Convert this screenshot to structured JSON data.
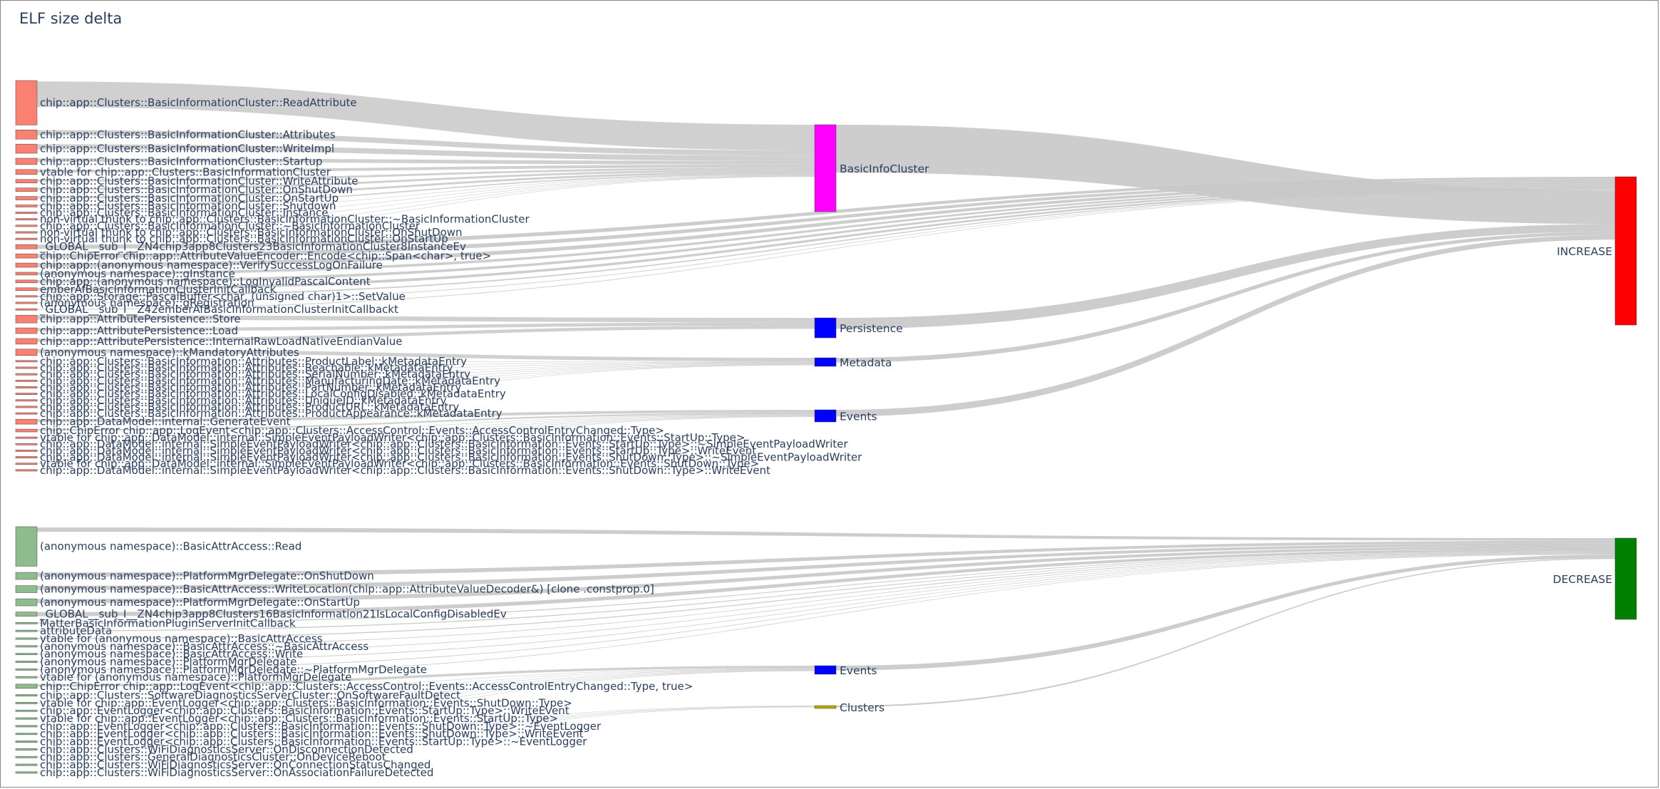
{
  "title": "ELF size delta",
  "colors": {
    "increase": "#ff0000",
    "decrease": "#008000",
    "increase_leaf": "#fa8072",
    "decrease_leaf": "#8fbc8f",
    "group_pink": "#ff00ff",
    "group_blue": "#0000ff",
    "group_olive": "#b8a800",
    "link": "#c8c8c8",
    "text": "#2a3f5f"
  },
  "roots": [
    {
      "id": "INCREASE",
      "label": "INCREASE"
    },
    {
      "id": "DECREASE",
      "label": "DECREASE"
    }
  ],
  "groups": [
    {
      "id": "g_basic",
      "label": "BasicInfoCluster",
      "root": "INCREASE",
      "size": 12.5,
      "color": "group_pink"
    },
    {
      "id": "g_persist",
      "label": "Persistence",
      "root": "INCREASE",
      "size": 2.7,
      "color": "group_blue"
    },
    {
      "id": "g_meta",
      "label": "Metadata",
      "root": "INCREASE",
      "size": 1.3,
      "color": "group_blue"
    },
    {
      "id": "g_events_inc",
      "label": "Events",
      "root": "INCREASE",
      "size": 1.7,
      "color": "group_blue"
    },
    {
      "id": "g_events_dec",
      "label": "Events",
      "root": "DECREASE",
      "size": 1.1,
      "color": "group_blue"
    },
    {
      "id": "g_clusters",
      "label": "Clusters",
      "root": "DECREASE",
      "size": 0.3,
      "color": "group_olive"
    }
  ],
  "leaves": [
    {
      "label": "chip::app::Clusters::BasicInformationCluster::ReadAttribute",
      "size": 6.3,
      "to": "g_basic"
    },
    {
      "label": "chip::app::Clusters::BasicInformationCluster::Attributes",
      "size": 1.3,
      "to": "g_basic"
    },
    {
      "label": "chip::app::Clusters::BasicInformationCluster::WriteImpl",
      "size": 1.3,
      "to": "g_basic"
    },
    {
      "label": "chip::app::Clusters::BasicInformationCluster::Startup",
      "size": 0.9,
      "to": "g_basic"
    },
    {
      "label": "vtable for chip::app::Clusters::BasicInformationCluster",
      "size": 0.7,
      "to": "g_basic"
    },
    {
      "label": "chip::app::Clusters::BasicInformationCluster::WriteAttribute",
      "size": 0.5,
      "to": "g_basic"
    },
    {
      "label": "chip::app::Clusters::BasicInformationCluster::OnShutDown",
      "size": 0.5,
      "to": "g_basic"
    },
    {
      "label": "chip::app::Clusters::BasicInformationCluster::OnStartUp",
      "size": 0.5,
      "to": "g_basic"
    },
    {
      "label": "chip::app::Clusters::BasicInformationCluster::Shutdown",
      "size": 0.3,
      "to": "g_basic"
    },
    {
      "label": "chip::app::Clusters::BasicInformationCluster::Instance",
      "size": 0.1,
      "to": "g_basic"
    },
    {
      "label": "non-virtual thunk to chip::app::Clusters::BasicInformationCluster::~BasicInformationCluster",
      "size": 0.1,
      "to": "g_basic"
    },
    {
      "label": "chip::app::Clusters::BasicInformationCluster::~BasicInformationCluster",
      "size": 0.1,
      "to": "g_basic"
    },
    {
      "label": "non-virtual thunk to chip::app::Clusters::BasicInformationCluster::OnShutDown",
      "size": 0.1,
      "to": "g_basic"
    },
    {
      "label": "non-virtual thunk to chip::app::Clusters::BasicInformationCluster::OnStartUp",
      "size": 0.1,
      "to": "g_basic"
    },
    {
      "label": "_GLOBAL__sub_I__ZN4chip3app8Clusters23BasicInformationCluster8InstanceEv",
      "size": 0.6,
      "to": "INCREASE"
    },
    {
      "label": "chip::ChipError chip::app::AttributeValueEncoder::Encode<chip::Span<char>, true>",
      "size": 0.6,
      "to": "INCREASE"
    },
    {
      "label": "chip::app::(anonymous namespace)::VerifySuccessLogOnFailure",
      "size": 0.6,
      "to": "INCREASE"
    },
    {
      "label": "(anonymous namespace)::gInstance",
      "size": 0.4,
      "to": "INCREASE"
    },
    {
      "label": "chip::app::(anonymous namespace)::LogInvalidPascalContent",
      "size": 0.4,
      "to": "INCREASE"
    },
    {
      "label": "emberAfBasicInformationClusterInitCallback",
      "size": 0.4,
      "to": "INCREASE"
    },
    {
      "label": "chip::app::Storage::PascalBuffer<char, (unsigned char)1>::SetValue",
      "size": 0.2,
      "to": "INCREASE"
    },
    {
      "label": "(anonymous namespace)::gRegistration",
      "size": 0.1,
      "to": "INCREASE"
    },
    {
      "label": "_GLOBAL__sub_I__Z42emberAfBasicInformationClusterInitCallbackt",
      "size": 0.1,
      "to": "INCREASE"
    },
    {
      "label": "chip::app::AttributePersistence::Store",
      "size": 1.1,
      "to": "g_persist"
    },
    {
      "label": "chip::app::AttributePersistence::Load",
      "size": 0.8,
      "to": "g_persist"
    },
    {
      "label": "chip::app::AttributePersistence::InternalRawLoadNativeEndianValue",
      "size": 0.8,
      "to": "g_persist"
    },
    {
      "label": "(anonymous namespace)::kMandatoryAttributes",
      "size": 0.9,
      "to": "g_meta"
    },
    {
      "label": "chip::app::Clusters::BasicInformation::Attributes::ProductLabel::kMetadataEntry",
      "size": 0.05,
      "to": "g_meta"
    },
    {
      "label": "chip::app::Clusters::BasicInformation::Attributes::Reachable::kMetadataEntry",
      "size": 0.05,
      "to": "g_meta"
    },
    {
      "label": "chip::app::Clusters::BasicInformation::Attributes::SerialNumber::kMetadataEntry",
      "size": 0.05,
      "to": "g_meta"
    },
    {
      "label": "chip::app::Clusters::BasicInformation::Attributes::ManufacturingDate::kMetadataEntry",
      "size": 0.05,
      "to": "g_meta"
    },
    {
      "label": "chip::app::Clusters::BasicInformation::Attributes::PartNumber::kMetadataEntry",
      "size": 0.05,
      "to": "g_meta"
    },
    {
      "label": "chip::app::Clusters::BasicInformation::Attributes::LocalConfigDisabled::kMetadataEntry",
      "size": 0.05,
      "to": "g_meta"
    },
    {
      "label": "chip::app::Clusters::BasicInformation::Attributes::UniqueID::kMetadataEntry",
      "size": 0.05,
      "to": "g_meta"
    },
    {
      "label": "chip::app::Clusters::BasicInformation::Attributes::ProductURL::kMetadataEntry",
      "size": 0.05,
      "to": "g_meta"
    },
    {
      "label": "chip::app::Clusters::BasicInformation::Attributes::ProductAppearance::kMetadataEntry",
      "size": 0.05,
      "to": "g_meta"
    },
    {
      "label": "chip::app::DataModel::internal::GenerateEvent",
      "size": 0.7,
      "to": "g_events_inc"
    },
    {
      "label": "chip::ChipError chip::app::LogEvent<chip::app::Clusters::AccessControl::Events::AccessControlEntryChanged::Type>",
      "size": 0.4,
      "to": "g_events_inc"
    },
    {
      "label": "vtable for chip::app::DataModel::internal::SimpleEventPayloadWriter<chip::app::Clusters::BasicInformation::Events::StartUp::Type>",
      "size": 0.1,
      "to": "g_events_inc"
    },
    {
      "label": "chip::app::DataModel::internal::SimpleEventPayloadWriter<chip::app::Clusters::BasicInformation::Events::StartUp::Type>::~SimpleEventPayloadWriter",
      "size": 0.1,
      "to": "g_events_inc"
    },
    {
      "label": "chip::app::DataModel::internal::SimpleEventPayloadWriter<chip::app::Clusters::BasicInformation::Events::StartUp::Type>::WriteEvent",
      "size": 0.1,
      "to": "g_events_inc"
    },
    {
      "label": "chip::app::DataModel::internal::SimpleEventPayloadWriter<chip::app::Clusters::BasicInformation::Events::ShutDown::Type>::~SimpleEventPayloadWriter",
      "size": 0.1,
      "to": "g_events_inc"
    },
    {
      "label": "vtable for chip::app::DataModel::internal::SimpleEventPayloadWriter<chip::app::Clusters::BasicInformation::Events::ShutDown::Type>",
      "size": 0.1,
      "to": "g_events_inc"
    },
    {
      "label": "chip::app::DataModel::internal::SimpleEventPayloadWriter<chip::app::Clusters::BasicInformation::Events::ShutDown::Type>::WriteEvent",
      "size": 0.1,
      "to": "g_events_inc"
    },
    {
      "label": "(anonymous namespace)::BasicAttrAccess::Read",
      "size": 5.6,
      "to": "DECREASE"
    },
    {
      "label": "(anonymous namespace)::PlatformMgrDelegate::OnShutDown",
      "size": 1.0,
      "to": "DECREASE"
    },
    {
      "label": "(anonymous namespace)::BasicAttrAccess::WriteLocation(chip::app::AttributeValueDecoder&) [clone .constprop.0]",
      "size": 1.0,
      "to": "DECREASE"
    },
    {
      "label": "(anonymous namespace)::PlatformMgrDelegate::OnStartUp",
      "size": 1.0,
      "to": "DECREASE"
    },
    {
      "label": "_GLOBAL__sub_I__ZN4chip3app8Clusters16BasicInformation21IsLocalConfigDisabledEv",
      "size": 0.6,
      "to": "DECREASE"
    },
    {
      "label": "MatterBasicInformationPluginServerInitCallback",
      "size": 0.15,
      "to": "DECREASE"
    },
    {
      "label": "attributeData",
      "size": 0.15,
      "to": "DECREASE"
    },
    {
      "label": "vtable for (anonymous namespace)::BasicAttrAccess",
      "size": 0.15,
      "to": "DECREASE"
    },
    {
      "label": "(anonymous namespace)::BasicAttrAccess::~BasicAttrAccess",
      "size": 0.1,
      "to": "DECREASE"
    },
    {
      "label": "(anonymous namespace)::BasicAttrAccess::Write",
      "size": 0.1,
      "to": "DECREASE"
    },
    {
      "label": "(anonymous namespace)::PlatformMgrDelegate",
      "size": 0.1,
      "to": "DECREASE"
    },
    {
      "label": "(anonymous namespace)::PlatformMgrDelegate::~PlatformMgrDelegate",
      "size": 0.1,
      "to": "DECREASE"
    },
    {
      "label": "vtable for (anonymous namespace)::PlatformMgrDelegate",
      "size": 0.1,
      "to": "DECREASE"
    },
    {
      "label": "chip::ChipError chip::app::LogEvent<chip::app::Clusters::AccessControl::Events::AccessControlEntryChanged::Type, true>",
      "size": 0.6,
      "to": "g_events_dec"
    },
    {
      "label": "chip::app::Clusters::SoftwareDiagnosticsServerCluster::OnSoftwareFaultDetect",
      "size": 0.08,
      "to": "g_events_dec"
    },
    {
      "label": "vtable for chip::app::EventLogger<chip::app::Clusters::BasicInformation::Events::ShutDown::Type>",
      "size": 0.08,
      "to": "g_events_dec"
    },
    {
      "label": "chip::app::EventLogger<chip::app::Clusters::BasicInformation::Events::StartUp::Type>::WriteEvent",
      "size": 0.08,
      "to": "g_events_dec"
    },
    {
      "label": "vtable for chip::app::EventLogger<chip::app::Clusters::BasicInformation::Events::StartUp::Type>",
      "size": 0.08,
      "to": "g_events_dec"
    },
    {
      "label": "chip::app::EventLogger<chip::app::Clusters::BasicInformation::Events::ShutDown::Type>::~EventLogger",
      "size": 0.06,
      "to": "g_events_dec"
    },
    {
      "label": "chip::app::EventLogger<chip::app::Clusters::BasicInformation::Events::ShutDown::Type>::WriteEvent",
      "size": 0.06,
      "to": "g_events_dec"
    },
    {
      "label": "chip::app::EventLogger<chip::app::Clusters::BasicInformation::Events::StartUp::Type>::~EventLogger",
      "size": 0.06,
      "to": "g_events_dec"
    },
    {
      "label": "chip::app::Clusters::WiFiDiagnosticsServer::OnDisconnectionDetected",
      "size": 0.1,
      "to": "g_clusters"
    },
    {
      "label": "chip::app::Clusters::GeneralDiagnosticsCluster::OnDeviceReboot",
      "size": 0.1,
      "to": "g_clusters"
    },
    {
      "label": "chip::app::Clusters::WiFiDiagnosticsServer::OnConnectionStatusChanged",
      "size": 0.1,
      "to": "g_clusters"
    },
    {
      "label": "chip::app::Clusters::WiFiDiagnosticsServer::OnAssociationFailureDetected",
      "size": 0.1,
      "to": "g_clusters"
    }
  ]
}
